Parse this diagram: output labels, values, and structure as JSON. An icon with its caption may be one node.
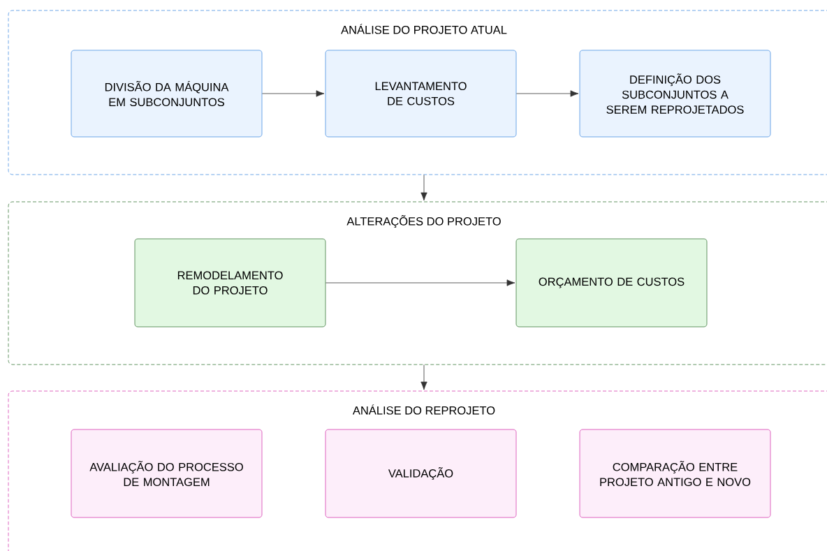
{
  "diagram": {
    "nodes": [
      {
        "text": [
          "ANÁLISE DO PROJETO ATUAL"
        ]
      },
      {
        "text": [
          "DIVISÃO DA MÁQUINA EM SUBCONJUNTOS"
        ],
        "in": 0
      },
      {
        "text": [
          "LEVANTAMENTO DE CUSTOS"
        ],
        "in": 0
      },
      {
        "text": [
          "DEFINIÇÃO DOS SUBCONJUNTOS A SEREM REPROJETADOS"
        ],
        "in": 0
      },
      {
        "text": [
          "ALTERAÇÕES DO PROJETO"
        ]
      },
      {
        "text": [
          "REMODELAMENTO DO PROJETO"
        ],
        "in": 4
      },
      {
        "text": [
          "ORÇAMENTO DE CUSTOS"
        ],
        "in": 4
      },
      {
        "text": [
          "ANÁLISE DO  REPROJETO"
        ]
      },
      {
        "text": [
          "AVALIAÇÃO DO PROCESSO DE MONTAGEM"
        ],
        "in": 7
      },
      {
        "text": [
          "VALIDAÇÃO"
        ],
        "in": 7
      },
      {
        "text": [
          "COMPARAÇÃO ENTRE PROJETO ANTIGO E NOVO"
        ],
        "in": 7
      }
    ],
    "edges": [
      {
        "from": 1,
        "to": 2,
        "arrow": "to"
      },
      {
        "from": 2,
        "to": 3,
        "arrow": "to"
      },
      {
        "from": 0,
        "to": 4,
        "arrow": "to"
      },
      {
        "from": 5,
        "to": 6,
        "arrow": "to"
      },
      {
        "from": 4,
        "to": 7,
        "arrow": "to"
      }
    ]
  }
}
